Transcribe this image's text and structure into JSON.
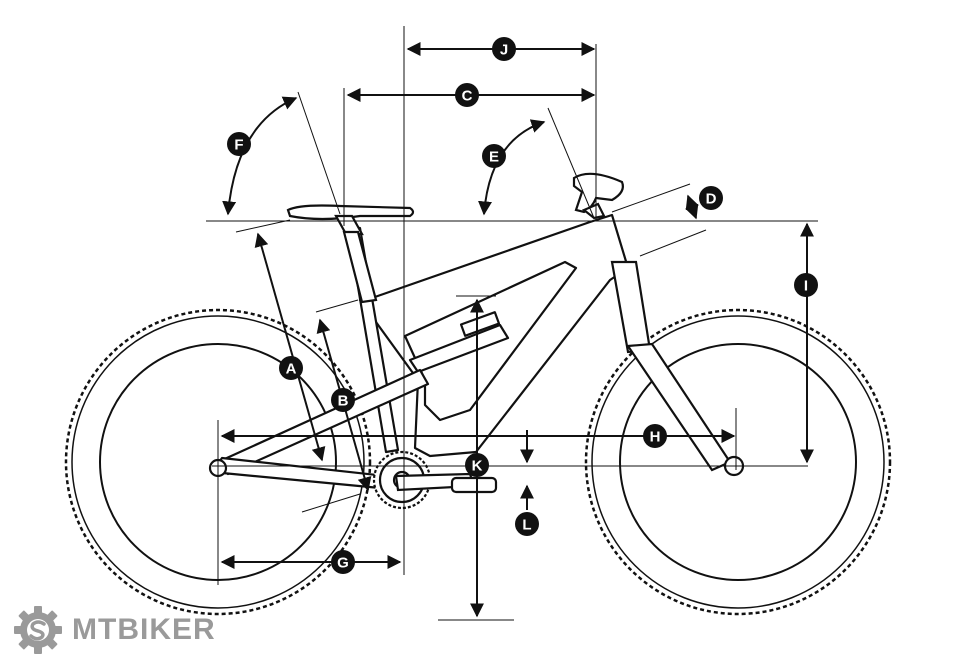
{
  "labels": {
    "A": "A",
    "B": "B",
    "C": "C",
    "D": "D",
    "E": "E",
    "F": "F",
    "G": "G",
    "H": "H",
    "I": "I",
    "J": "J",
    "K": "K",
    "L": "L"
  },
  "brand": {
    "name": "MTBIKER",
    "logo_icon": "gear-s-logo-icon",
    "color": "#9a9a9a"
  },
  "colors": {
    "line": "#111111",
    "label_fill": "#111111",
    "label_text": "#ffffff"
  }
}
